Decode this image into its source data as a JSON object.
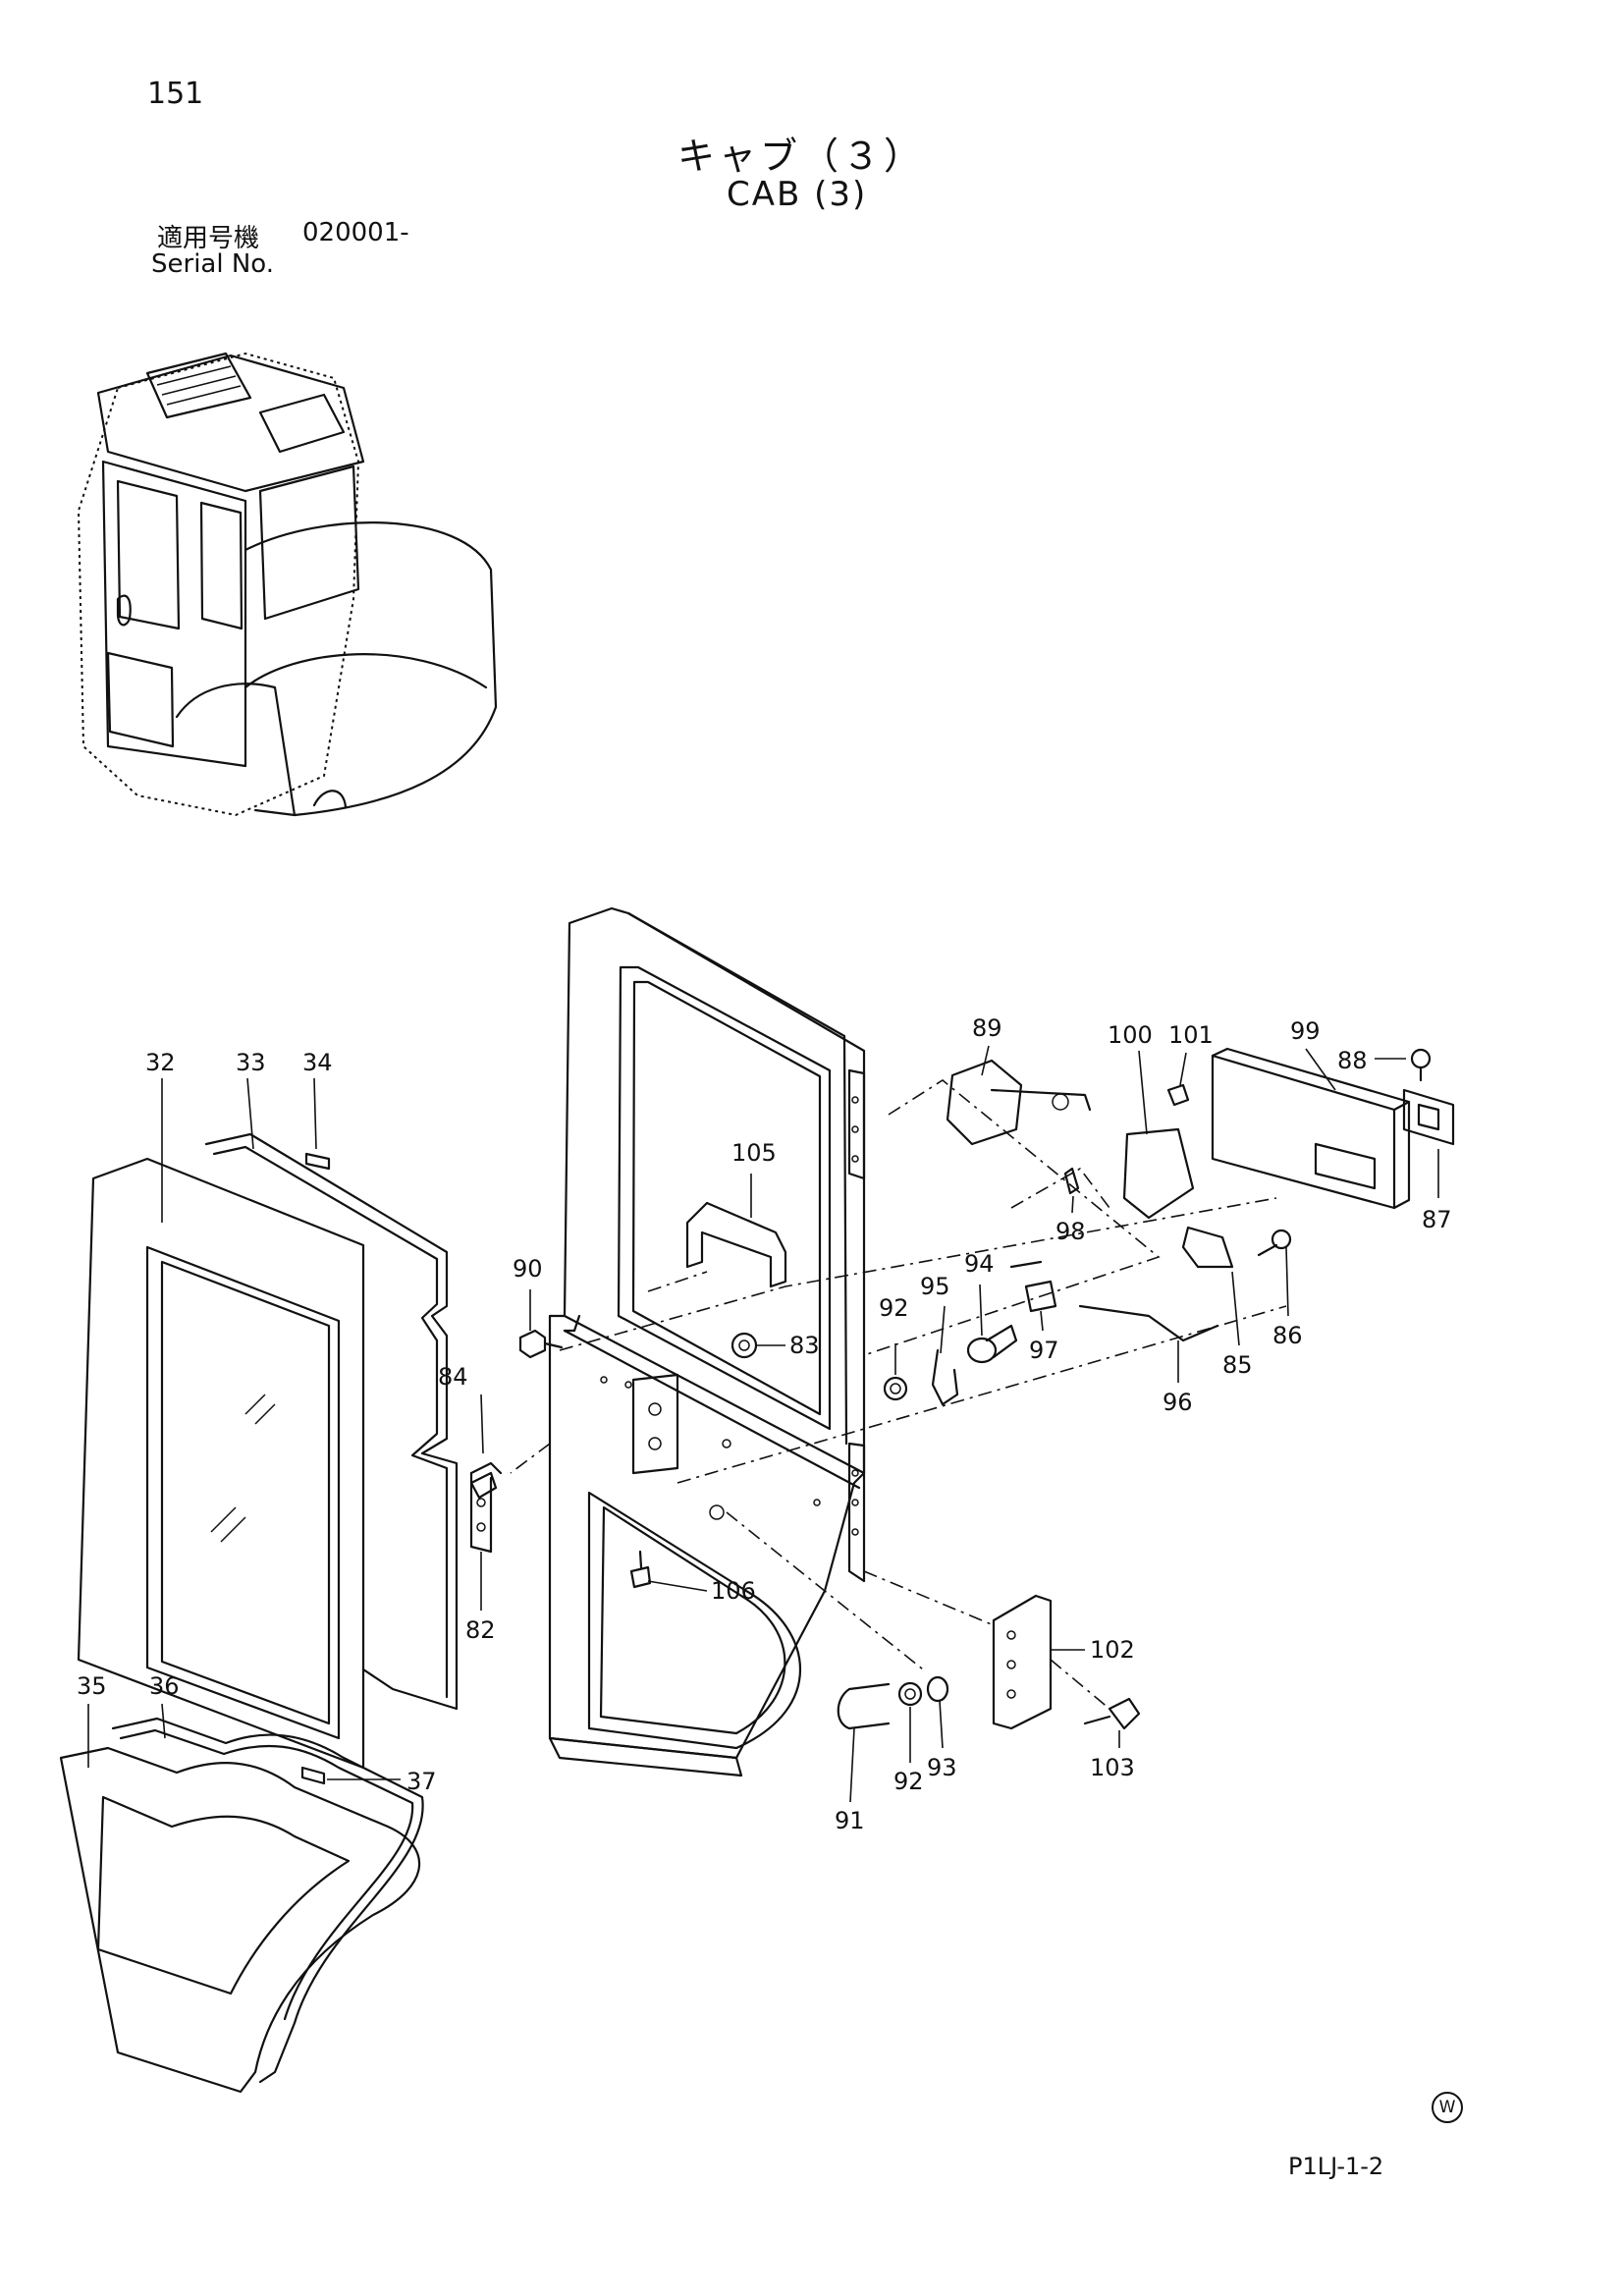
{
  "page": {
    "number": "151",
    "title_jp": "キャブ（３）",
    "title_en": "CAB (3)",
    "serial_label_jp": "適用号機",
    "serial_code": "020001-",
    "serial_label_en": "Serial No.",
    "footer_code": "P1LJ-1-2",
    "watermark_symbol": "W"
  },
  "callouts": [
    {
      "id": "c32",
      "label": "32"
    },
    {
      "id": "c33",
      "label": "33"
    },
    {
      "id": "c34",
      "label": "34"
    },
    {
      "id": "c35",
      "label": "35"
    },
    {
      "id": "c36",
      "label": "36"
    },
    {
      "id": "c37",
      "label": "37"
    },
    {
      "id": "c82",
      "label": "82"
    },
    {
      "id": "c83",
      "label": "83"
    },
    {
      "id": "c84",
      "label": "84"
    },
    {
      "id": "c85",
      "label": "85"
    },
    {
      "id": "c86",
      "label": "86"
    },
    {
      "id": "c87",
      "label": "87"
    },
    {
      "id": "c88",
      "label": "88"
    },
    {
      "id": "c89",
      "label": "89"
    },
    {
      "id": "c90",
      "label": "90"
    },
    {
      "id": "c91",
      "label": "91"
    },
    {
      "id": "c92a",
      "label": "92"
    },
    {
      "id": "c92b",
      "label": "92"
    },
    {
      "id": "c93",
      "label": "93"
    },
    {
      "id": "c94",
      "label": "94"
    },
    {
      "id": "c95",
      "label": "95"
    },
    {
      "id": "c96",
      "label": "96"
    },
    {
      "id": "c97",
      "label": "97"
    },
    {
      "id": "c98",
      "label": "98"
    },
    {
      "id": "c99",
      "label": "99"
    },
    {
      "id": "c100",
      "label": "100"
    },
    {
      "id": "c101",
      "label": "101"
    },
    {
      "id": "c102",
      "label": "102"
    },
    {
      "id": "c103",
      "label": "103"
    },
    {
      "id": "c105",
      "label": "105"
    },
    {
      "id": "c106",
      "label": "106"
    }
  ]
}
